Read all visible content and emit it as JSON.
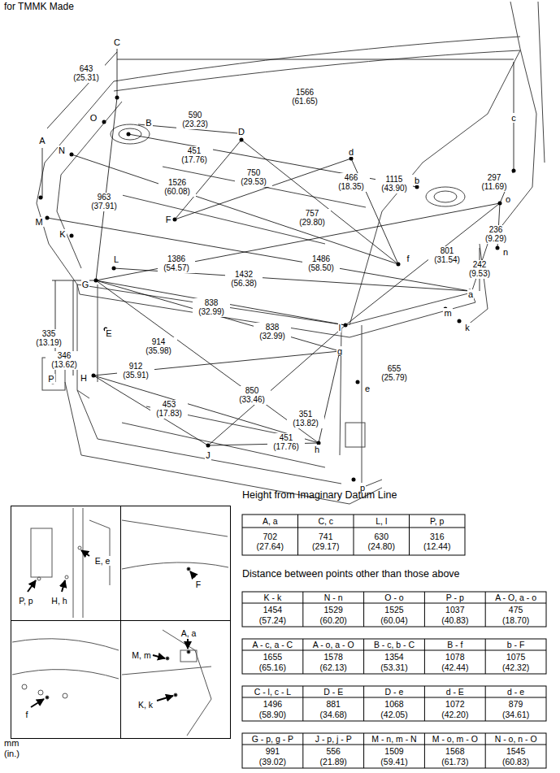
{
  "diagram": {
    "title": "for TMMK Made",
    "nodes": [
      {
        "text": [
          "P, p",
          "H, h",
          "E, e"
        ]
      },
      {
        "text": [
          "F"
        ]
      },
      {
        "text": [
          "f"
        ]
      },
      {
        "text": [
          "A, a",
          "M, m",
          "K, k"
        ]
      }
    ],
    "labels": [
      "C",
      "643 (25.31)",
      "1566 (61.65)",
      "O",
      "B",
      "590 (23.23)",
      "c",
      "D",
      "A",
      "N",
      "d",
      "451 (17.76)",
      "750 (29.53)",
      "1115 (43.90)",
      "1526 (60.08)",
      "466 (18.35)",
      "b",
      "297 (11.69)",
      "963 (37.91)",
      "o",
      "757 (29.80)",
      "F",
      "M",
      "K",
      "236 (9.29)",
      "n",
      "801 (31.54)",
      "1386 (54.57)",
      "1486 (58.50)",
      "f",
      "L",
      "242 (9.53)",
      "1432 (56.38)",
      "G",
      "a",
      "838 (32.99)",
      "m",
      "838 (32.99)",
      "k",
      "l",
      "E",
      "335 (13.19)",
      "914 (35.98)",
      "g",
      "346 (13.62)",
      "912 (35.91)",
      "655 (25.79)",
      "P",
      "H",
      "e",
      "850 (33.46)",
      "453 (17.83)",
      "351 (13.82)",
      "451 (17.76)",
      "h",
      "J",
      "p",
      "Height from Imaginary Datum Line",
      "A, a",
      "C, c",
      "L, l",
      "P, p",
      "702 (27.64)",
      "741 (29.17)",
      "630 (24.80)",
      "316 (12.44)",
      "Distance between points other than those above",
      "K - k",
      "N - n",
      "O - o",
      "P - p",
      "A - O, a - o",
      "1454 (57.24)",
      "1529 (60.20)",
      "1525 (60.04)",
      "1037 (40.83)",
      "475 (18.70)",
      "A - c, a - C",
      "A - o, a - O",
      "B - c, b - C",
      "B - f",
      "b - F",
      "1655 (65.16)",
      "1578 (62.13)",
      "1354 (53.31)",
      "1078 (42.44)",
      "1075 (42.32)",
      "C - l, c - L",
      "D - E",
      "D - e",
      "d - E",
      "d - e",
      "1496 (58.90)",
      "881 (34.68)",
      "1068 (42.05)",
      "1072 (42.20)",
      "879 (34.61)",
      "G - p, g - P",
      "J - p, j - P",
      "M - n, m - N",
      "M - o, m - O",
      "N - o, n - O",
      "991 (39.02)",
      "556 (21.89)",
      "1509 (59.41)",
      "1568 (61.73)",
      "1545 (60.83)",
      "mm (in.)"
    ]
  }
}
